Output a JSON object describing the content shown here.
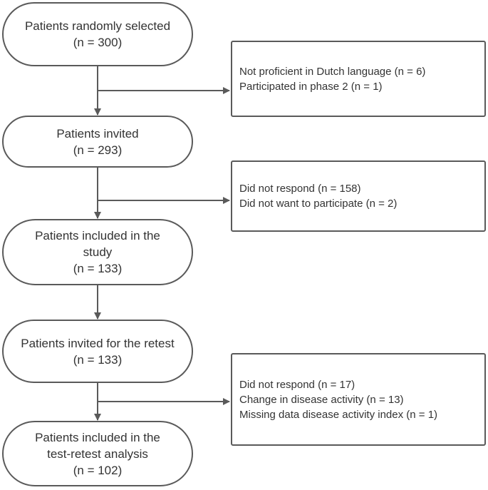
{
  "flow": {
    "steps": [
      {
        "lines": [
          "Patients randomly selected",
          "(n = 300)"
        ]
      },
      {
        "lines": [
          "Patients invited",
          "(n = 293)"
        ]
      },
      {
        "lines": [
          "Patients included in the",
          "study",
          "(n = 133)"
        ]
      },
      {
        "lines": [
          "Patients invited for the retest",
          "(n = 133)"
        ]
      },
      {
        "lines": [
          "Patients included in the",
          "test-retest analysis",
          "(n = 102)"
        ]
      }
    ],
    "exclusions": [
      {
        "lines": [
          "Not proficient in Dutch language (n = 6)",
          "Participated in phase 2 (n = 1)"
        ]
      },
      {
        "lines": [
          "Did not respond (n = 158)",
          "Did not want to participate (n = 2)"
        ]
      },
      {
        "lines": [
          "Did not respond (n = 17)",
          "Change in disease activity (n = 13)",
          "Missing data disease activity index (n = 1)"
        ]
      }
    ]
  }
}
